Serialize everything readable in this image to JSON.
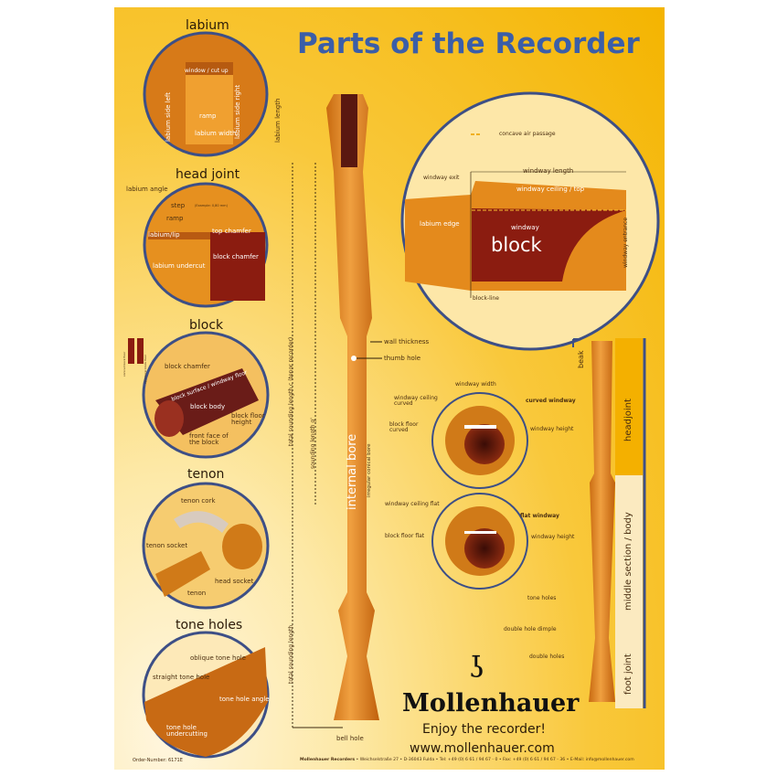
{
  "title": "Parts of the Recorder",
  "colors": {
    "title": "#3b5ea8",
    "wood": "#e0861a",
    "block": "#8b1c10",
    "circle_border": "#3d4f86",
    "background": "#f6b800"
  },
  "sections": {
    "labium": {
      "title": "labium",
      "labels": [
        "window / cut up",
        "labium side left",
        "ramp",
        "labium width",
        "labium side right",
        "labium length"
      ]
    },
    "head_joint": {
      "title": "head joint",
      "labels": [
        "labium angle",
        "step",
        "(Example: 0,80 mm)",
        "ramp",
        "labium/lip",
        "top chamfer",
        "block chamfer",
        "labium undercut"
      ]
    },
    "block": {
      "title": "block",
      "labels": [
        "block chamfer",
        "block surface / windway floor",
        "block body",
        "block floor height",
        "front face of the block",
        "conical block floor",
        "cylindrical block floor"
      ]
    },
    "tenon": {
      "title": "tenon",
      "labels": [
        "tenon cork",
        "tenon socket",
        "head socket",
        "tenon"
      ]
    },
    "tone_holes": {
      "title": "tone holes",
      "labels": [
        "oblique tone hole",
        "straight tone hole",
        "tone hole angle",
        "tone hole undercutting"
      ]
    }
  },
  "main_recorder": {
    "labels": [
      "total sounding length c (tenor recorder)",
      "sounding length g'",
      "internal bore",
      "irregular conical bore",
      "wall thickness",
      "thumb hole",
      "total sounding length",
      "bell hole"
    ]
  },
  "block_detail": {
    "labels": [
      "concave air passage",
      "windway length",
      "windway exit",
      "windway ceiling / top",
      "labium edge",
      "windway",
      "block",
      "windway entrance",
      "block-line"
    ]
  },
  "curved_windway": {
    "labels": [
      "windway width",
      "windway ceiling curved",
      "curved windway",
      "block floor curved",
      "windway height"
    ]
  },
  "flat_windway": {
    "labels": [
      "windway ceiling flat",
      "flat windway",
      "block floor flat",
      "windway height"
    ]
  },
  "right_recorder": {
    "labels": [
      "beak",
      "headjoint",
      "middle section / body",
      "foot joint",
      "tone holes",
      "double hole dimple",
      "double holes"
    ]
  },
  "brand": {
    "name": "Mollenhauer",
    "slogan": "Enjoy the recorder!",
    "url": "www.mollenhauer.com"
  },
  "footer": {
    "order_number": "Order-Number: 6171E",
    "company": "Mollenhauer Recorders",
    "address": " • Weichselstraße 27 • D-36043 Fulda • Tel: +49 (0) 6 61 / 94 67 - 0 • Fax: +49 (0) 6 61 / 94 67 - 36 • E-Mail: info@mollenhauer.com"
  }
}
